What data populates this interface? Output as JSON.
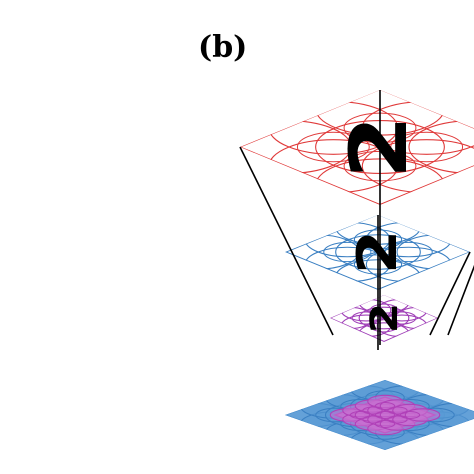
{
  "figure": {
    "panel_label": "(b)",
    "digit": "2"
  },
  "colors": {
    "top_layer": "#e03a3a",
    "middle_layer": "#3a7fc2",
    "bottom_layer": "#a040b8",
    "base_outer": "#3a7fc2",
    "base_inner": "#b040b8",
    "lines": "#000000"
  },
  "layers": [
    {
      "name": "top-layer",
      "grid": 3
    },
    {
      "name": "middle-layer",
      "grid": 3
    },
    {
      "name": "bottom-layer",
      "grid": 3
    },
    {
      "name": "base-outer",
      "grid": 4
    },
    {
      "name": "base-inner",
      "grid": 4
    }
  ]
}
